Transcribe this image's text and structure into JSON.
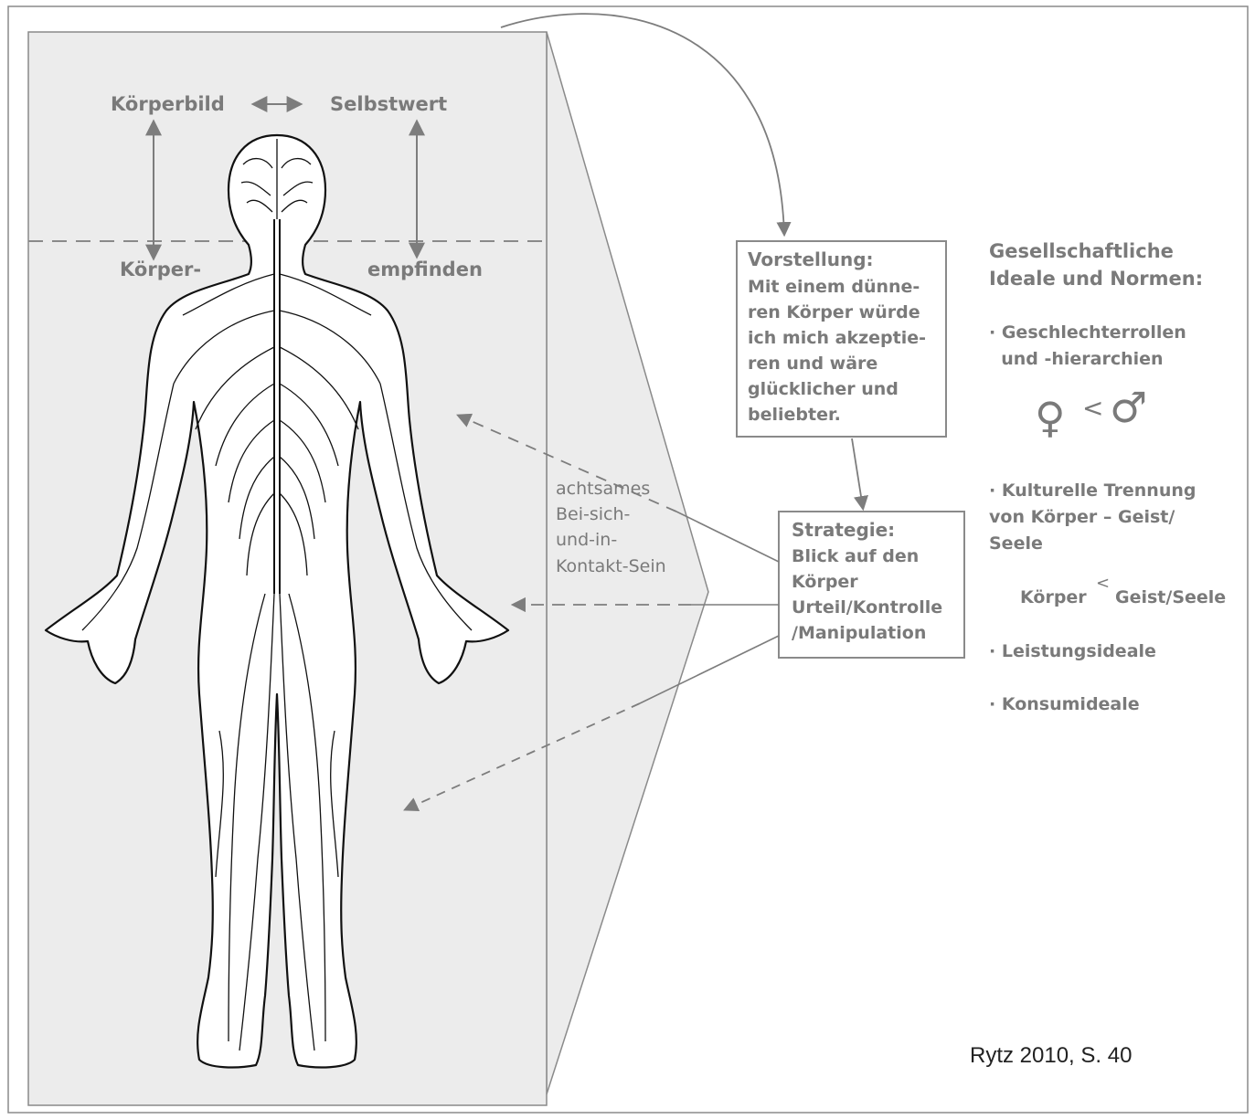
{
  "colors": {
    "frame": "#8a8a8a",
    "panel_fill": "#ececec",
    "text": "#7a7a7a",
    "arrow": "#7d7d7d",
    "figure_line": "#111111",
    "citation": "#222222"
  },
  "body_panel": {
    "top_left": "Körperbild",
    "top_right": "Selbstwert",
    "top_arrow": "↔",
    "bottom_left": "Körper-",
    "bottom_right": "empfinden",
    "figure_icon": "human-nervous-system-figure"
  },
  "mindful": {
    "lines": [
      "achtsames",
      "Bei-sich-",
      "und-in-",
      "Kontakt-Sein"
    ]
  },
  "vorstellung": {
    "title": "Vorstellung:",
    "lines": [
      "Mit einem dünne-",
      "ren Körper würde",
      "ich mich akzeptie-",
      "ren und wäre",
      "glücklicher und",
      "beliebter."
    ]
  },
  "strategie": {
    "title": "Strategie:",
    "lines": [
      "Blick auf den",
      "Körper",
      "Urteil/Kontrolle",
      "/Manipulation"
    ]
  },
  "ideals": {
    "heading": [
      "Gesellschaftliche",
      "Ideale und Normen:"
    ],
    "gender": {
      "lines": [
        "· Geschlechterrollen",
        "  und -hierarchien"
      ],
      "female_symbol": "♀",
      "less_than": "<",
      "male_symbol": "♂"
    },
    "culture": {
      "lines": [
        "· Kulturelle Trennung",
        "von Körper – Geist/",
        "Seele"
      ],
      "left": "Körper",
      "less_than": "<",
      "right": "Geist/Seele"
    },
    "performance": "· Leistungsideale",
    "consumption": "· Konsumideale"
  },
  "citation": "Rytz 2010, S. 40"
}
